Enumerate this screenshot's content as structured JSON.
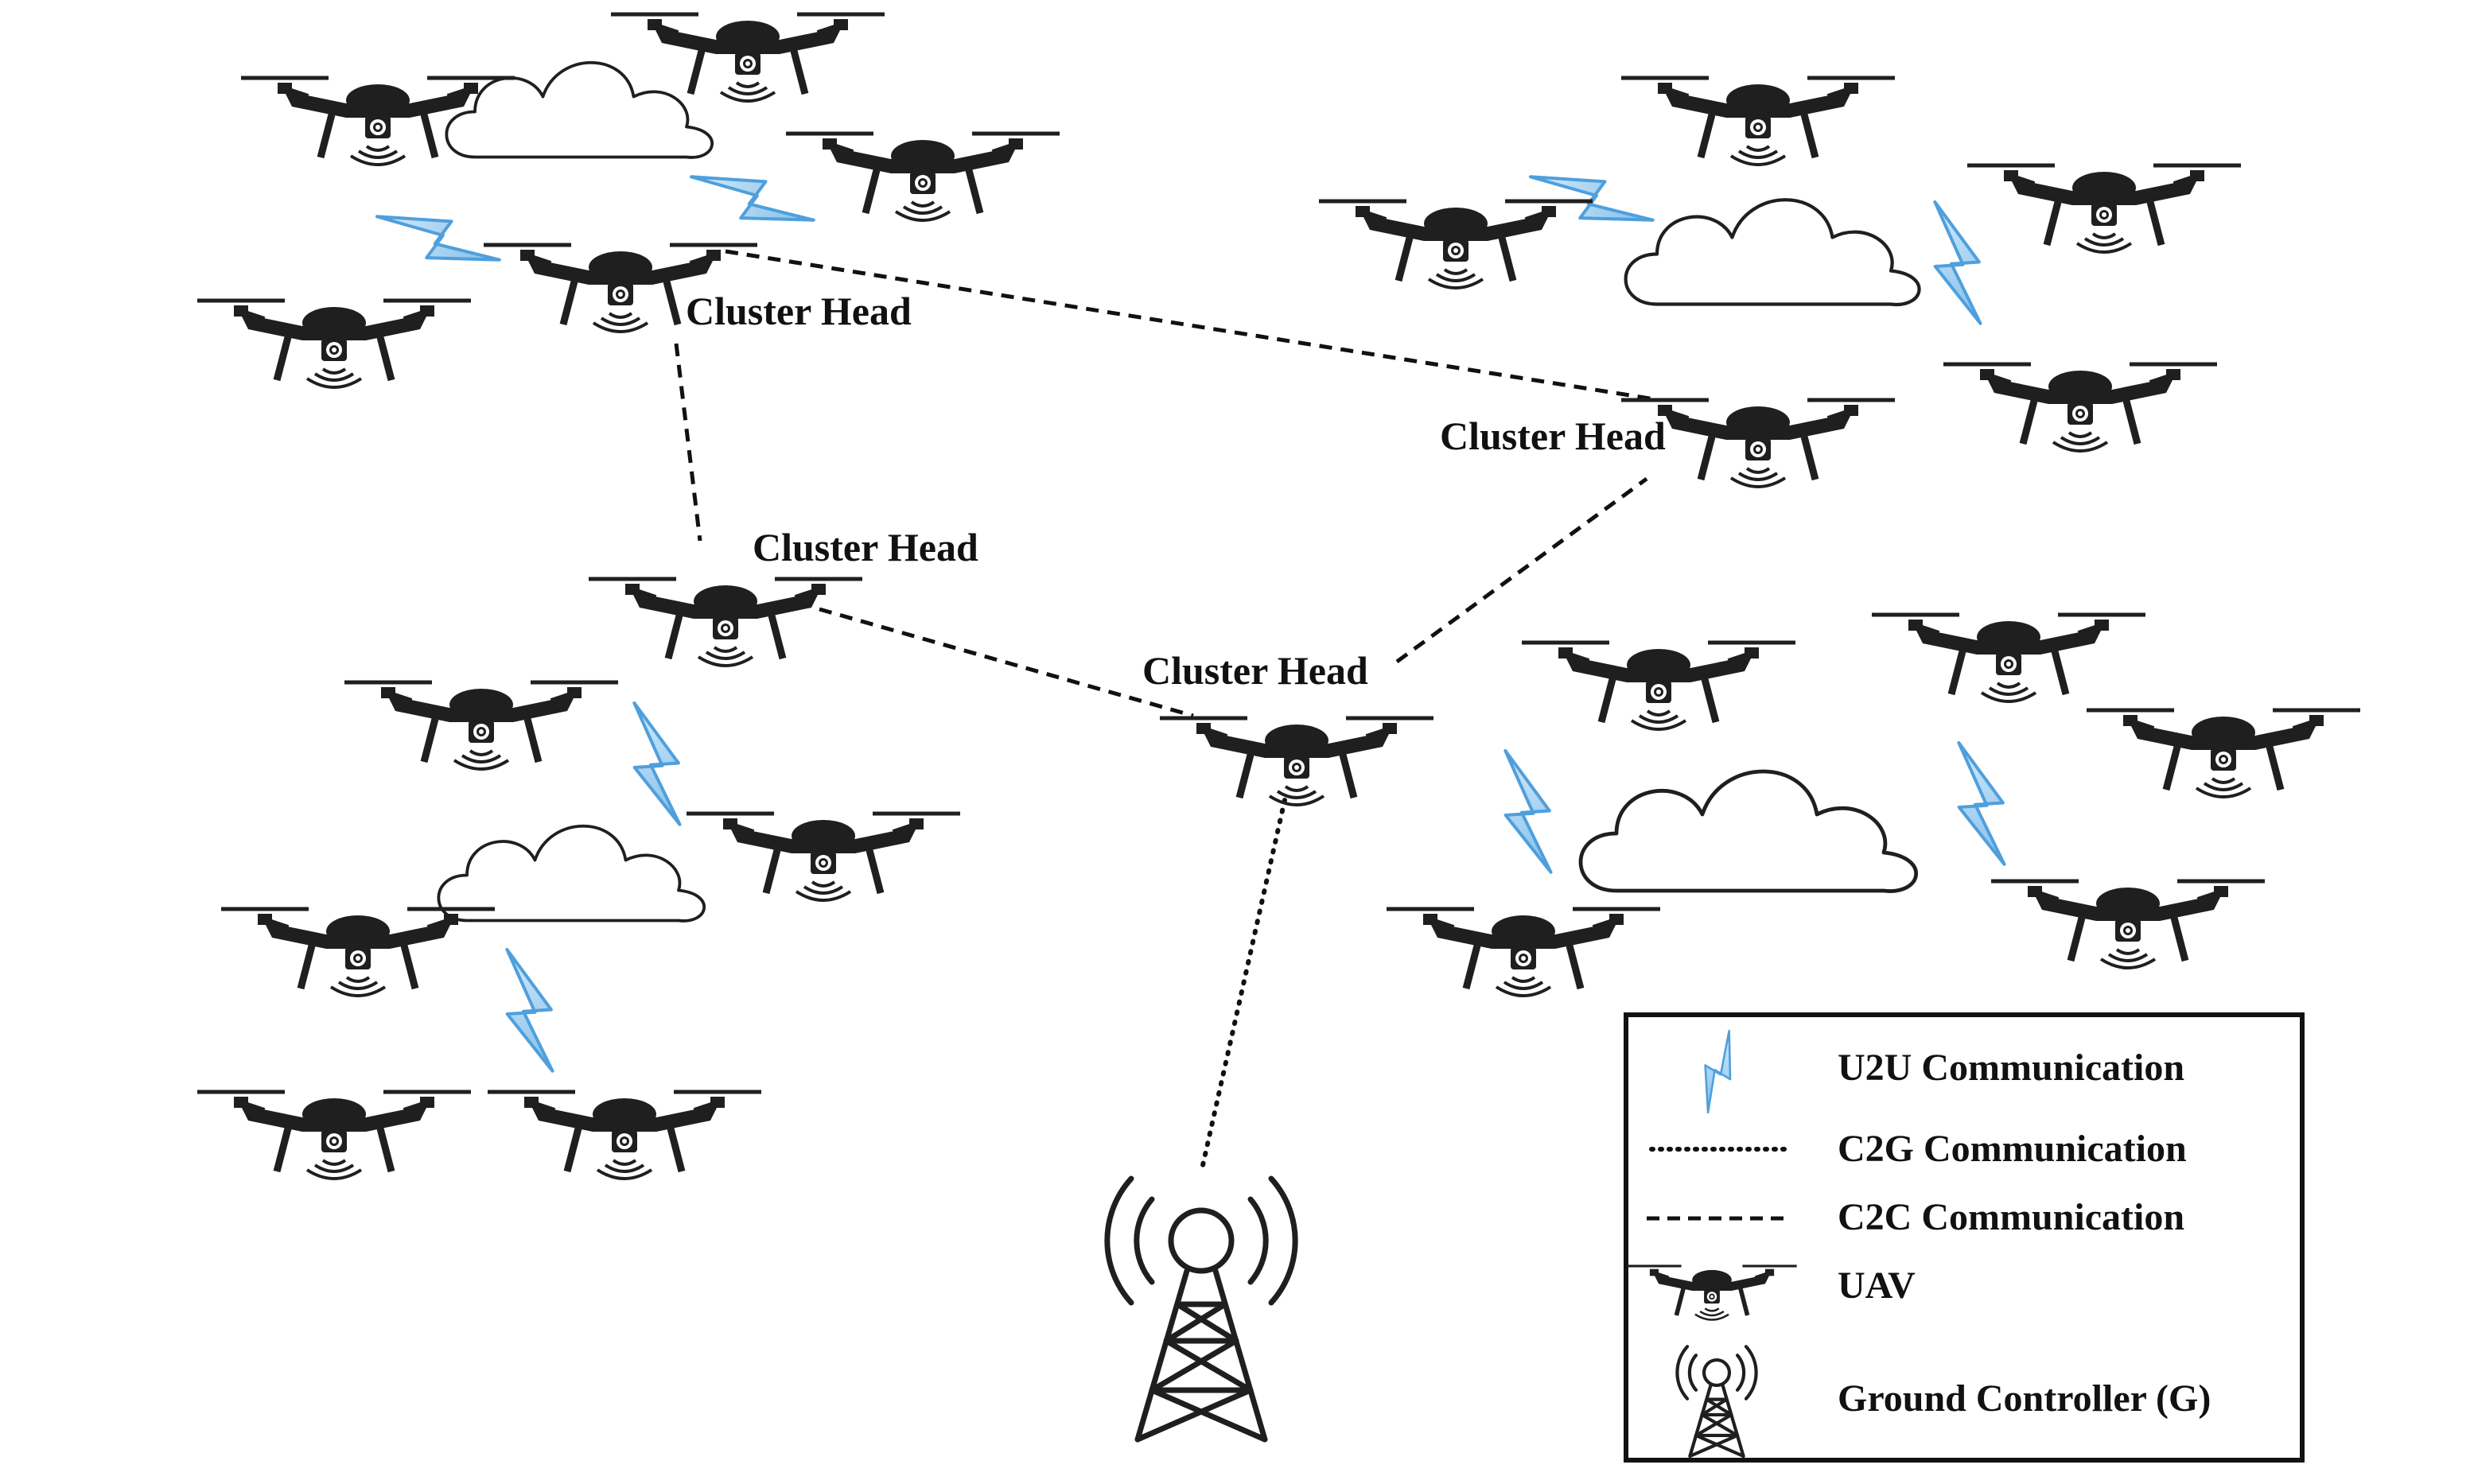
{
  "cluster_heads": [
    {
      "id": "A",
      "label": "Cluster Head"
    },
    {
      "id": "B",
      "label": "Cluster Head"
    },
    {
      "id": "C",
      "label": "Cluster Head"
    },
    {
      "id": "D",
      "label": "Cluster Head"
    }
  ],
  "c2c_links": [
    [
      "A",
      "C"
    ],
    [
      "A",
      "B"
    ],
    [
      "C",
      "D"
    ],
    [
      "D",
      "B"
    ]
  ],
  "c2g_links": [
    [
      "D",
      "G"
    ]
  ],
  "legend": {
    "u2u": "U2U Communication",
    "c2g": "C2G Communication",
    "c2c": "C2C Communication",
    "uav": "UAV",
    "ground": "Ground Controller (G)"
  },
  "colors": {
    "uav": "#1f1f1f",
    "u2u_bolt": "#8ec9f2",
    "u2u_bolt_edge": "#4f9fdc",
    "cloud": "#ffffff",
    "line": "#111111"
  },
  "icons": [
    "uav-icon",
    "lightning-bolt-icon",
    "cloud-icon",
    "antenna-tower-icon"
  ]
}
